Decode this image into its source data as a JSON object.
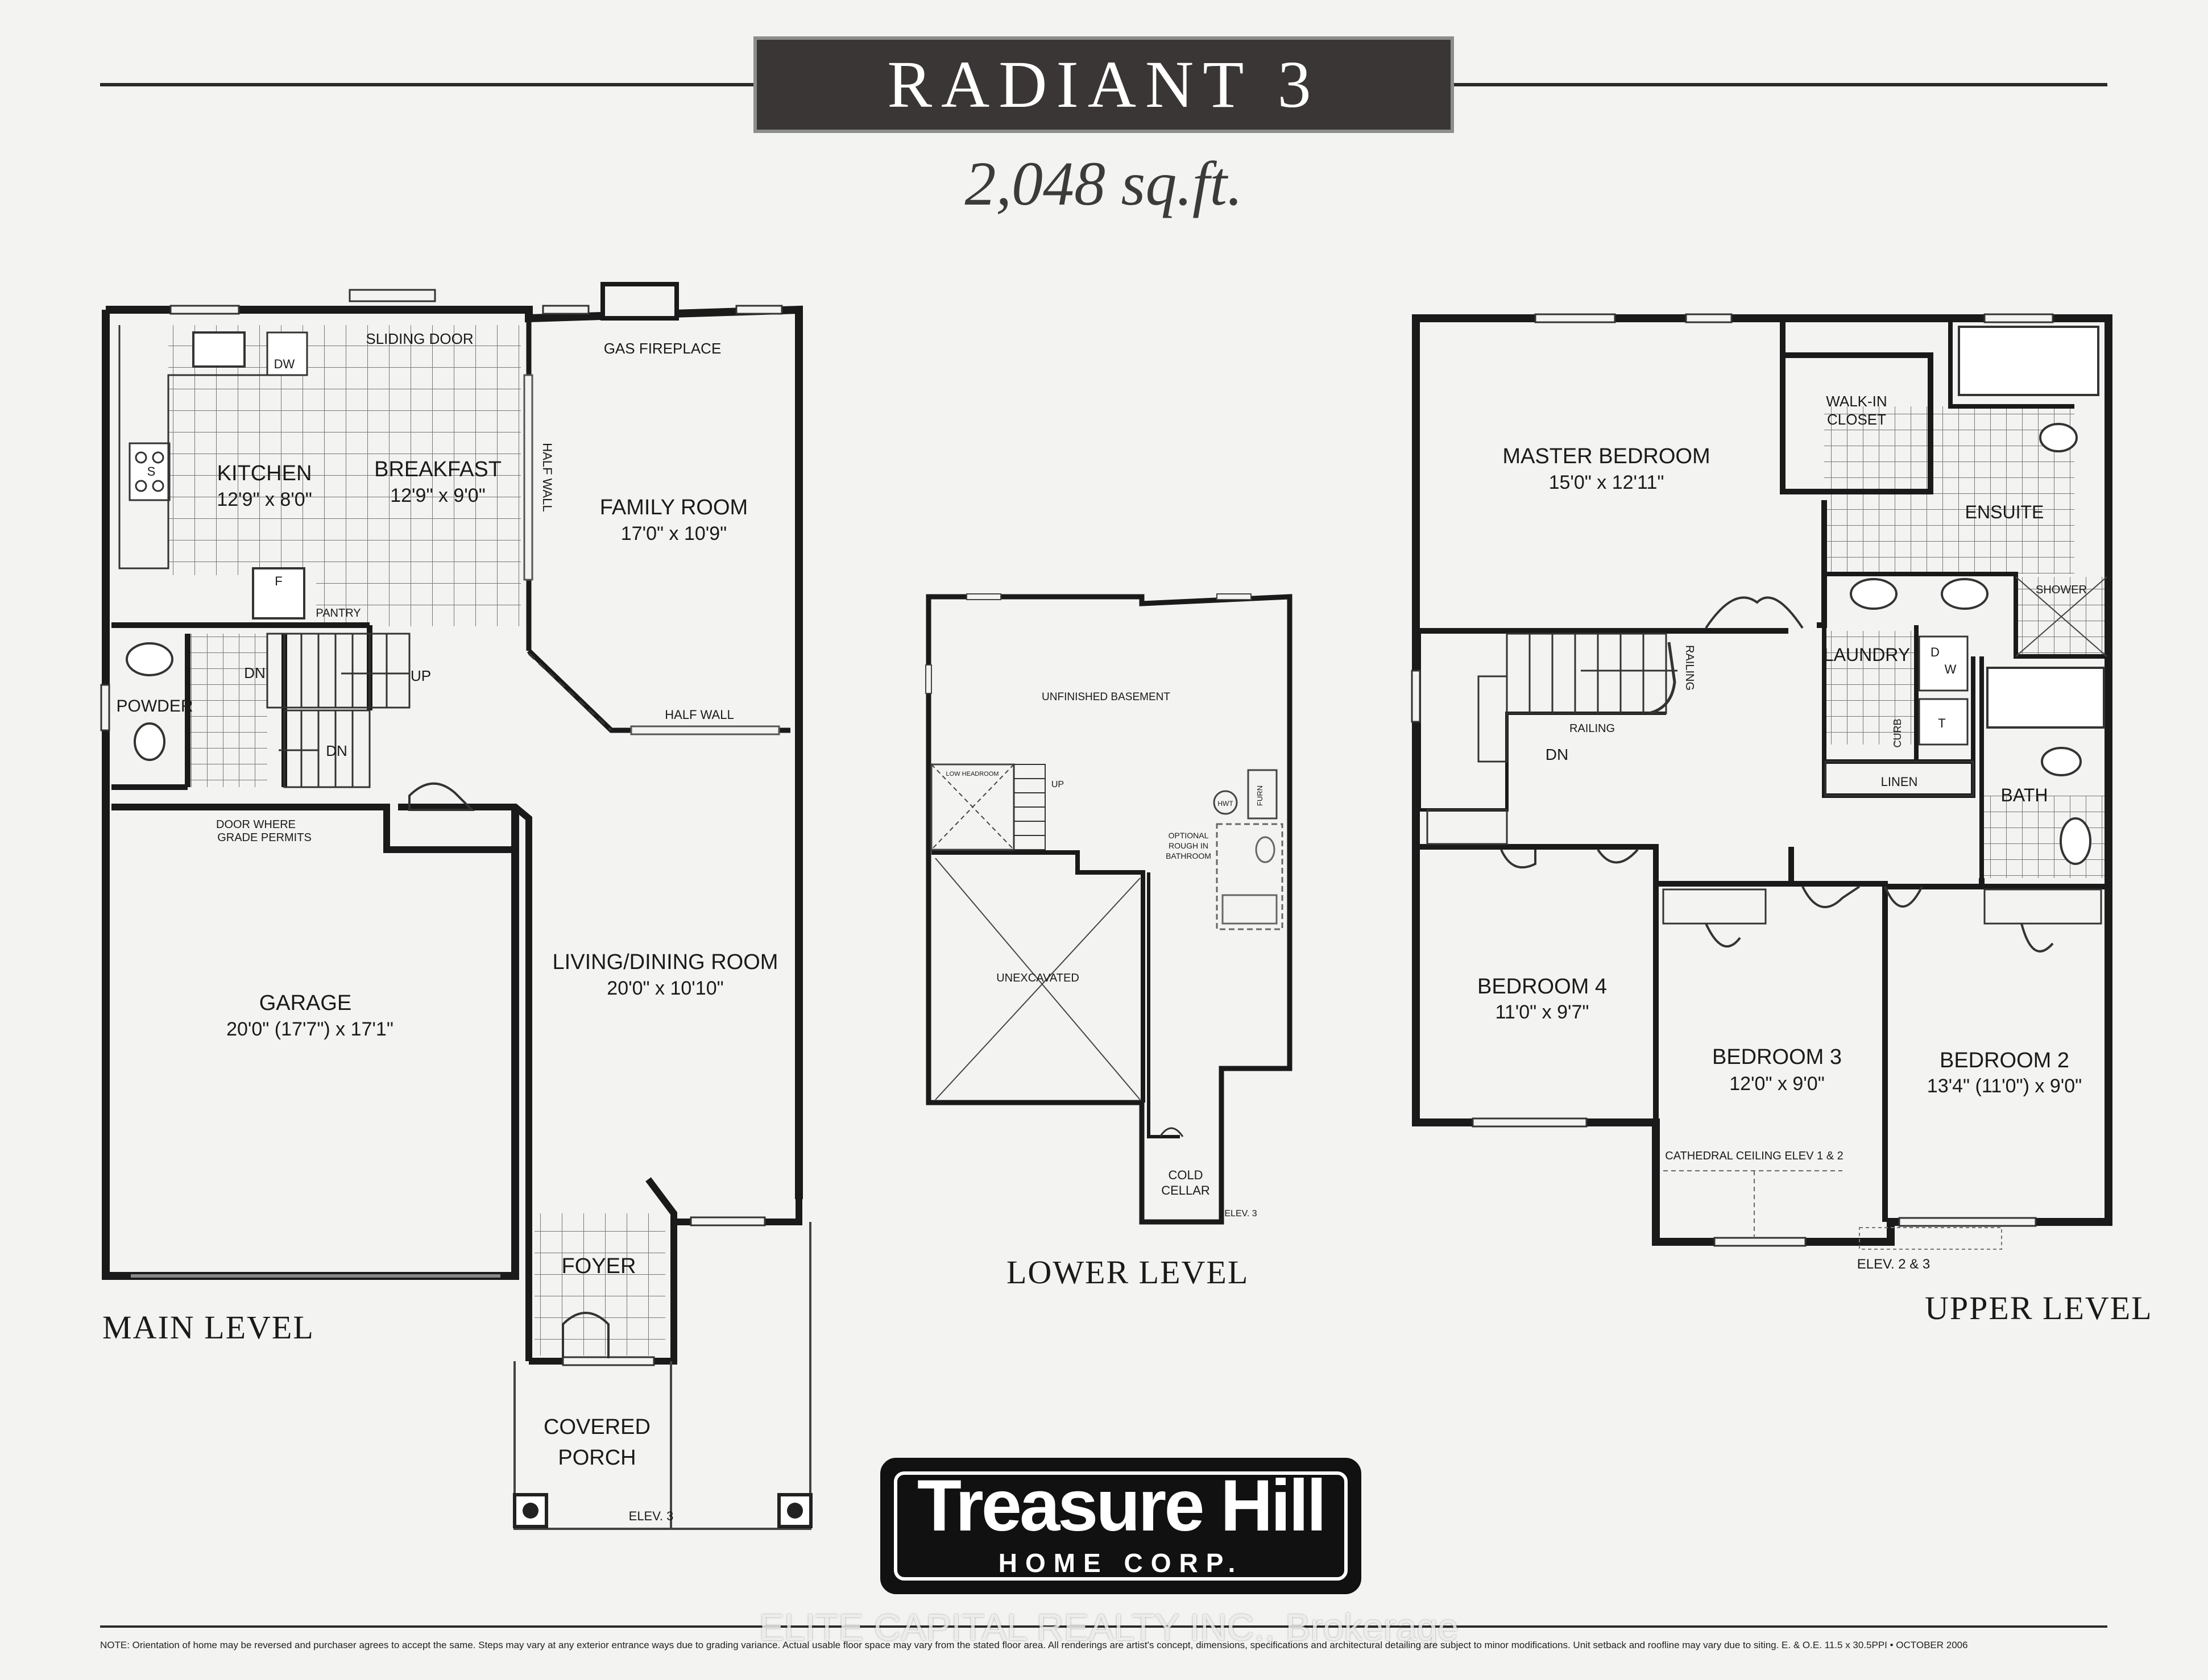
{
  "header": {
    "title": "RADIANT 3",
    "area": "2,048 sq.ft."
  },
  "main_level": {
    "label": "MAIN LEVEL",
    "rooms": {
      "kitchen_name": "KITCHEN",
      "kitchen_dim": "12'9\" x 8'0\"",
      "breakfast_name": "BREAKFAST",
      "breakfast_dim": "12'9\" x 9'0\"",
      "family_name": "FAMILY ROOM",
      "family_dim": "17'0\" x 10'9\"",
      "living_name": "LIVING/DINING ROOM",
      "living_dim": "20'0\" x 10'10\"",
      "garage_name": "GARAGE",
      "garage_dim": "20'0\" (17'7\") x 17'1\"",
      "foyer_name": "FOYER",
      "porch_line1": "COVERED",
      "porch_line2": "PORCH",
      "powder_name": "POWDER"
    },
    "labels": {
      "sliding_door": "SLIDING DOOR",
      "gas_fireplace": "GAS FIREPLACE",
      "half_wall_v": "HALF WALL",
      "half_wall_h": "HALF WALL",
      "dw": "DW",
      "f": "F",
      "s": "S",
      "pantry": "PANTRY",
      "dn_upper": "DN",
      "up": "UP",
      "dn_lower": "DN",
      "door_line1": "DOOR WHERE",
      "door_line2": "GRADE PERMITS",
      "elev3": "ELEV. 3"
    }
  },
  "lower_level": {
    "label": "LOWER LEVEL",
    "labels": {
      "unfinished": "UNFINISHED BASEMENT",
      "low_headroom": "LOW HEADROOM",
      "up": "UP",
      "hwt": "HWT",
      "furnace": "FURN",
      "rough_in1": "OPTIONAL",
      "rough_in2": "ROUGH IN",
      "rough_in3": "BATHROOM",
      "unexcavated": "UNEXCAVATED",
      "cold1": "COLD",
      "cold2": "CELLAR",
      "elev3": "ELEV. 3"
    }
  },
  "upper_level": {
    "label": "UPPER LEVEL",
    "rooms": {
      "master_name": "MASTER BEDROOM",
      "master_dim": "15'0\" x 12'11\"",
      "walkin1": "WALK-IN",
      "walkin2": "CLOSET",
      "ensuite": "ENSUITE",
      "shower": "SHOWER",
      "laundry": "LAUNDRY",
      "d": "D",
      "w": "W",
      "t": "T",
      "curb": "CURB",
      "linen": "LINEN",
      "bath": "BATH",
      "railing_v": "RAILING",
      "railing_h": "RAILING",
      "dn": "DN",
      "bed4_name": "BEDROOM 4",
      "bed4_dim": "11'0\" x 9'7\"",
      "bed3_name": "BEDROOM 3",
      "bed3_dim": "12'0\" x 9'0\"",
      "bed2_name": "BEDROOM 2",
      "bed2_dim": "13'4\" (11'0\") x 9'0\"",
      "cathedral": "CATHEDRAL CEILING ELEV 1 & 2",
      "elev23": "ELEV. 2 & 3"
    }
  },
  "logo": {
    "main": "Treasure Hill",
    "sub": "HOME CORP."
  },
  "watermark": "ELITE CAPITAL REALTY INC., Brokerage",
  "footnote": "NOTE: Orientation of home may be reversed and purchaser agrees to accept the same. Steps may vary at any exterior entrance ways due to grading variance. Actual usable floor space may vary from the stated floor area. All renderings are artist's concept, dimensions, specifications and architectural detailing are subject to minor modifications. Unit setback and roofline may vary due to siting. E. & O.E.   11.5 x 30.5PPI • OCTOBER 2006"
}
